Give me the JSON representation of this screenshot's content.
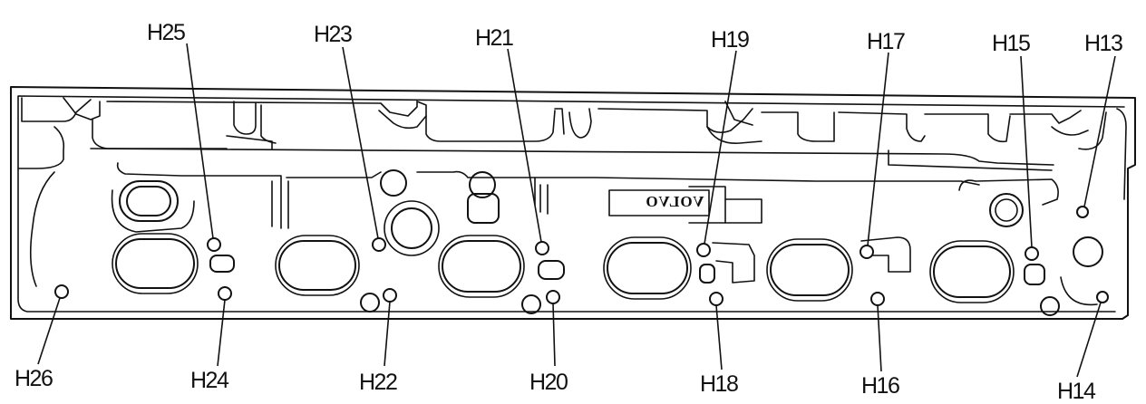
{
  "diagram": {
    "brand_text": "VOLVO",
    "holes": [
      {
        "id": "H13",
        "label": "H13"
      },
      {
        "id": "H14",
        "label": "H14"
      },
      {
        "id": "H15",
        "label": "H15"
      },
      {
        "id": "H16",
        "label": "H16"
      },
      {
        "id": "H17",
        "label": "H17"
      },
      {
        "id": "H18",
        "label": "H18"
      },
      {
        "id": "H19",
        "label": "H19"
      },
      {
        "id": "H20",
        "label": "H20"
      },
      {
        "id": "H21",
        "label": "H21"
      },
      {
        "id": "H22",
        "label": "H22"
      },
      {
        "id": "H23",
        "label": "H23"
      },
      {
        "id": "H24",
        "label": "H24"
      },
      {
        "id": "H25",
        "label": "H25"
      },
      {
        "id": "H26",
        "label": "H26"
      }
    ]
  }
}
